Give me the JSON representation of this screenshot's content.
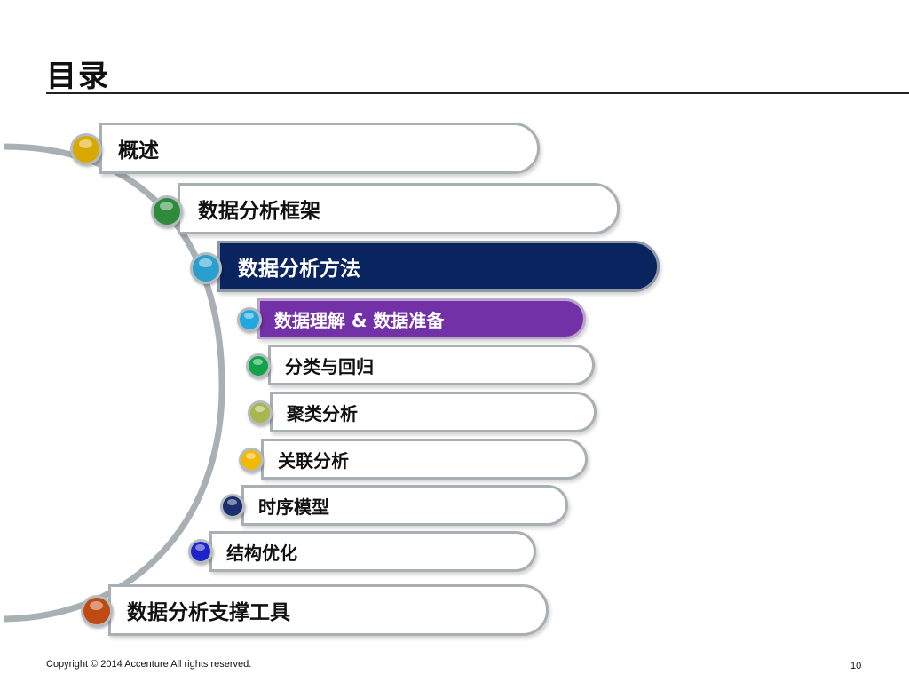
{
  "page": {
    "title": "目录"
  },
  "agenda": {
    "items": [
      {
        "label": "概述",
        "level": 1,
        "state": "normal",
        "bullet_color": "#d9a800"
      },
      {
        "label": "数据分析框架",
        "level": 1,
        "state": "normal",
        "bullet_color": "#2f8a3c"
      },
      {
        "label": "数据分析方法",
        "level": 1,
        "state": "active",
        "bullet_color": "#2a9fcf"
      },
      {
        "label": "数据理解 & 数据准备",
        "level": 2,
        "state": "active",
        "bullet_color": "#22a8e0"
      },
      {
        "label": "分类与回归",
        "level": 2,
        "state": "normal",
        "bullet_color": "#12a24a"
      },
      {
        "label": "聚类分析",
        "level": 2,
        "state": "normal",
        "bullet_color": "#a9b64c"
      },
      {
        "label": "关联分析",
        "level": 2,
        "state": "normal",
        "bullet_color": "#f3b800"
      },
      {
        "label": "时序模型",
        "level": 2,
        "state": "normal",
        "bullet_color": "#1b2f6e"
      },
      {
        "label": "结构优化",
        "level": 2,
        "state": "normal",
        "bullet_color": "#1f22c8"
      },
      {
        "label": "数据分析支撑工具",
        "level": 1,
        "state": "normal",
        "bullet_color": "#c04a14"
      }
    ]
  },
  "footer": {
    "copyright": "Copyright © 2014  Accenture  All rights reserved.",
    "page_number": "10"
  },
  "colors": {
    "active_main_bg": "#0a2460",
    "active_sub_bg": "#7331a8",
    "arc": "#a9b0b4"
  }
}
